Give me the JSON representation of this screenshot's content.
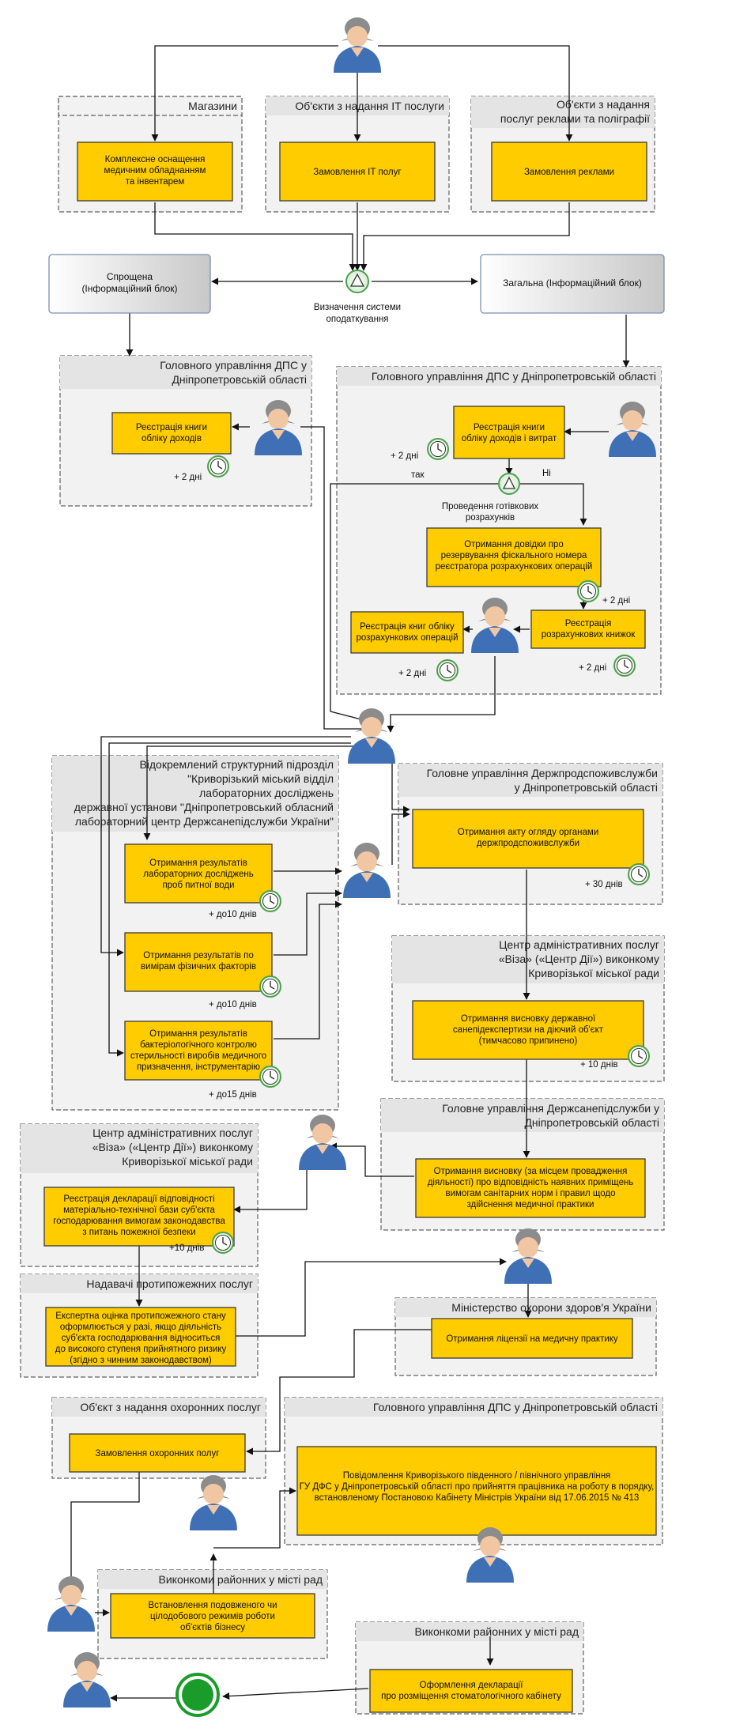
{
  "lanes": {
    "shops": "Магазини",
    "it": "Об'єкти з надання ІТ послуги",
    "ads": [
      "Об'єкти з надання",
      "послуг реклами та поліграфії"
    ],
    "dps_left": [
      "Головного управління ДПС у",
      "Дніпропетровській області"
    ],
    "dps_right": "Головного управління ДПС у Дніпропетровській області",
    "lab": [
      "Відокремлений структурний підрозділ",
      "\"Криворізький міський відділ",
      "лабораторних досліджень",
      "державної установи \"Дніпропетровський обласний",
      "лабораторний центр Держсанепідслужби України\""
    ],
    "consumer": [
      "Головне управління Держпродспоживслужби",
      "у Дніпропетровській області"
    ],
    "cnap_right": [
      "Центр адміністративних послуг",
      "«Віза» («Центр Дії») виконкому",
      "Криворізької міської ради"
    ],
    "sanep": [
      "Головне управління Держсанепідслужби у",
      "Дніпропетровській області"
    ],
    "cnap_left": [
      "Центр адміністративних послуг",
      "«Віза» («Центр Дії») виконкому",
      "Криворізької міської ради"
    ],
    "fire": "Надавачі протипожежних послуг",
    "moz": "Міністерство охорони  здоров'я України",
    "guard": "Об'єкт з надання охоронних послуг",
    "dps_bottom": "Головного управління ДПС у Дніпропетровській області",
    "exec1": "Виконкоми районних у місті рад",
    "exec2": "Виконкоми районних у місті рад"
  },
  "tasks": {
    "equip": [
      "Комплексне оснащення",
      "медичним обладнанням",
      "та інвентарем"
    ],
    "it": [
      "Замовлення ІТ полуг"
    ],
    "ads": [
      "Замовлення реклами"
    ],
    "simple": [
      "Спрощена",
      "(Інформаційний блок)"
    ],
    "general": [
      "Загальна (Інформаційний блок)"
    ],
    "book_income": [
      "Реєстрація книги",
      "обліку доходів"
    ],
    "book_income_exp": [
      "Реєстрація книги",
      "обліку доходів і витрат"
    ],
    "fiscal": [
      "Отримання довідки про",
      "резервування фіскального номера",
      "реєстратора розрахункових операцій"
    ],
    "book_ops": [
      "Реєстрація книг обліку",
      "розрахункових операцій"
    ],
    "book_calc": [
      "Реєстрація",
      "розрахункових книжок"
    ],
    "water": [
      "Отримання  результатів",
      "лабораторних досліджень",
      "проб питної води"
    ],
    "physical": [
      "Отримання результатів  по",
      "вимірам  фізичних факторів"
    ],
    "bacterio": [
      "Отримання результатів",
      "бактеріологічного контролю",
      "стерильності виробів медичного",
      "призначення, інструментарію"
    ],
    "inspection": [
      "Отримання акту огляду органами",
      "держпродспоживслужби"
    ],
    "sanexp": [
      "Отримання висновку державної",
      "санепідекспертизи на діючий об'єкт",
      "(тимчасово припинено)"
    ],
    "conclusion": [
      "Отримання висновку   (за місцем провадження",
      "діяльності) про відповідність наявних приміщень",
      "вимогам санітарних норм і правил щодо",
      "здійснення медичної практики"
    ],
    "fire_decl": [
      "Реєстрація декларації відповідності",
      "матеріально-технічної бази суб'єкта",
      "господарювання вимогам законодавства",
      "з питань пожежної безпеки"
    ],
    "fire_risk": [
      "Експертна оцінка протипожежного стану",
      "оформлюється у разі, якщо діяльність",
      "суб'єкта господарювання відноситься",
      "до високого ступеня прийнятного ризику",
      "(згідно з чинним законодавством)"
    ],
    "license": [
      "Отримання ліцензії на медичну  практику"
    ],
    "guard": [
      "Замовлення охоронних полуг"
    ],
    "notify": [
      "Повідомлення Криворізького південного / північного управління",
      "ГУ ДФС у Дніпропетровській області про прийняття працівника на роботу в порядку,",
      "встановленому Постановою Кабінету Міністрів України від 17.06.2015 № 413"
    ],
    "regime": [
      "Встановлення подовженого чи",
      "цілодобового режимів роботи",
      "об'єктів бізнесу"
    ],
    "dental": [
      "Оформлення декларації",
      "про розміщення стоматологічного кабінету"
    ]
  },
  "notes": {
    "tax_system": [
      "Визначення системи",
      "оподаткування"
    ],
    "cash": [
      "Проведення готівкових",
      "розрахунків"
    ],
    "tak": "так",
    "ni": "Ні",
    "d2_left": "+ 2 дні",
    "d2_right_top": "+ 2 дні",
    "d2_fiscal": "+ 2 дні",
    "d2_ops": "+ 2 дні",
    "d2_calc": "+ 2 дні",
    "d10_water": "+ до10 днів",
    "d10_phys": "+ до10 днів",
    "d15_bact": "+ до15 днів",
    "d30": "+ 30 днів",
    "d10_sanexp": "+ 10 днів",
    "d10_fire": "+10 днів"
  },
  "colors": {
    "task": "#ffcc00",
    "lane": "#f2f2f2",
    "person_body": "#3f6fb5",
    "person_cap": "#8c8c8c",
    "end": "#1a9c2a"
  }
}
